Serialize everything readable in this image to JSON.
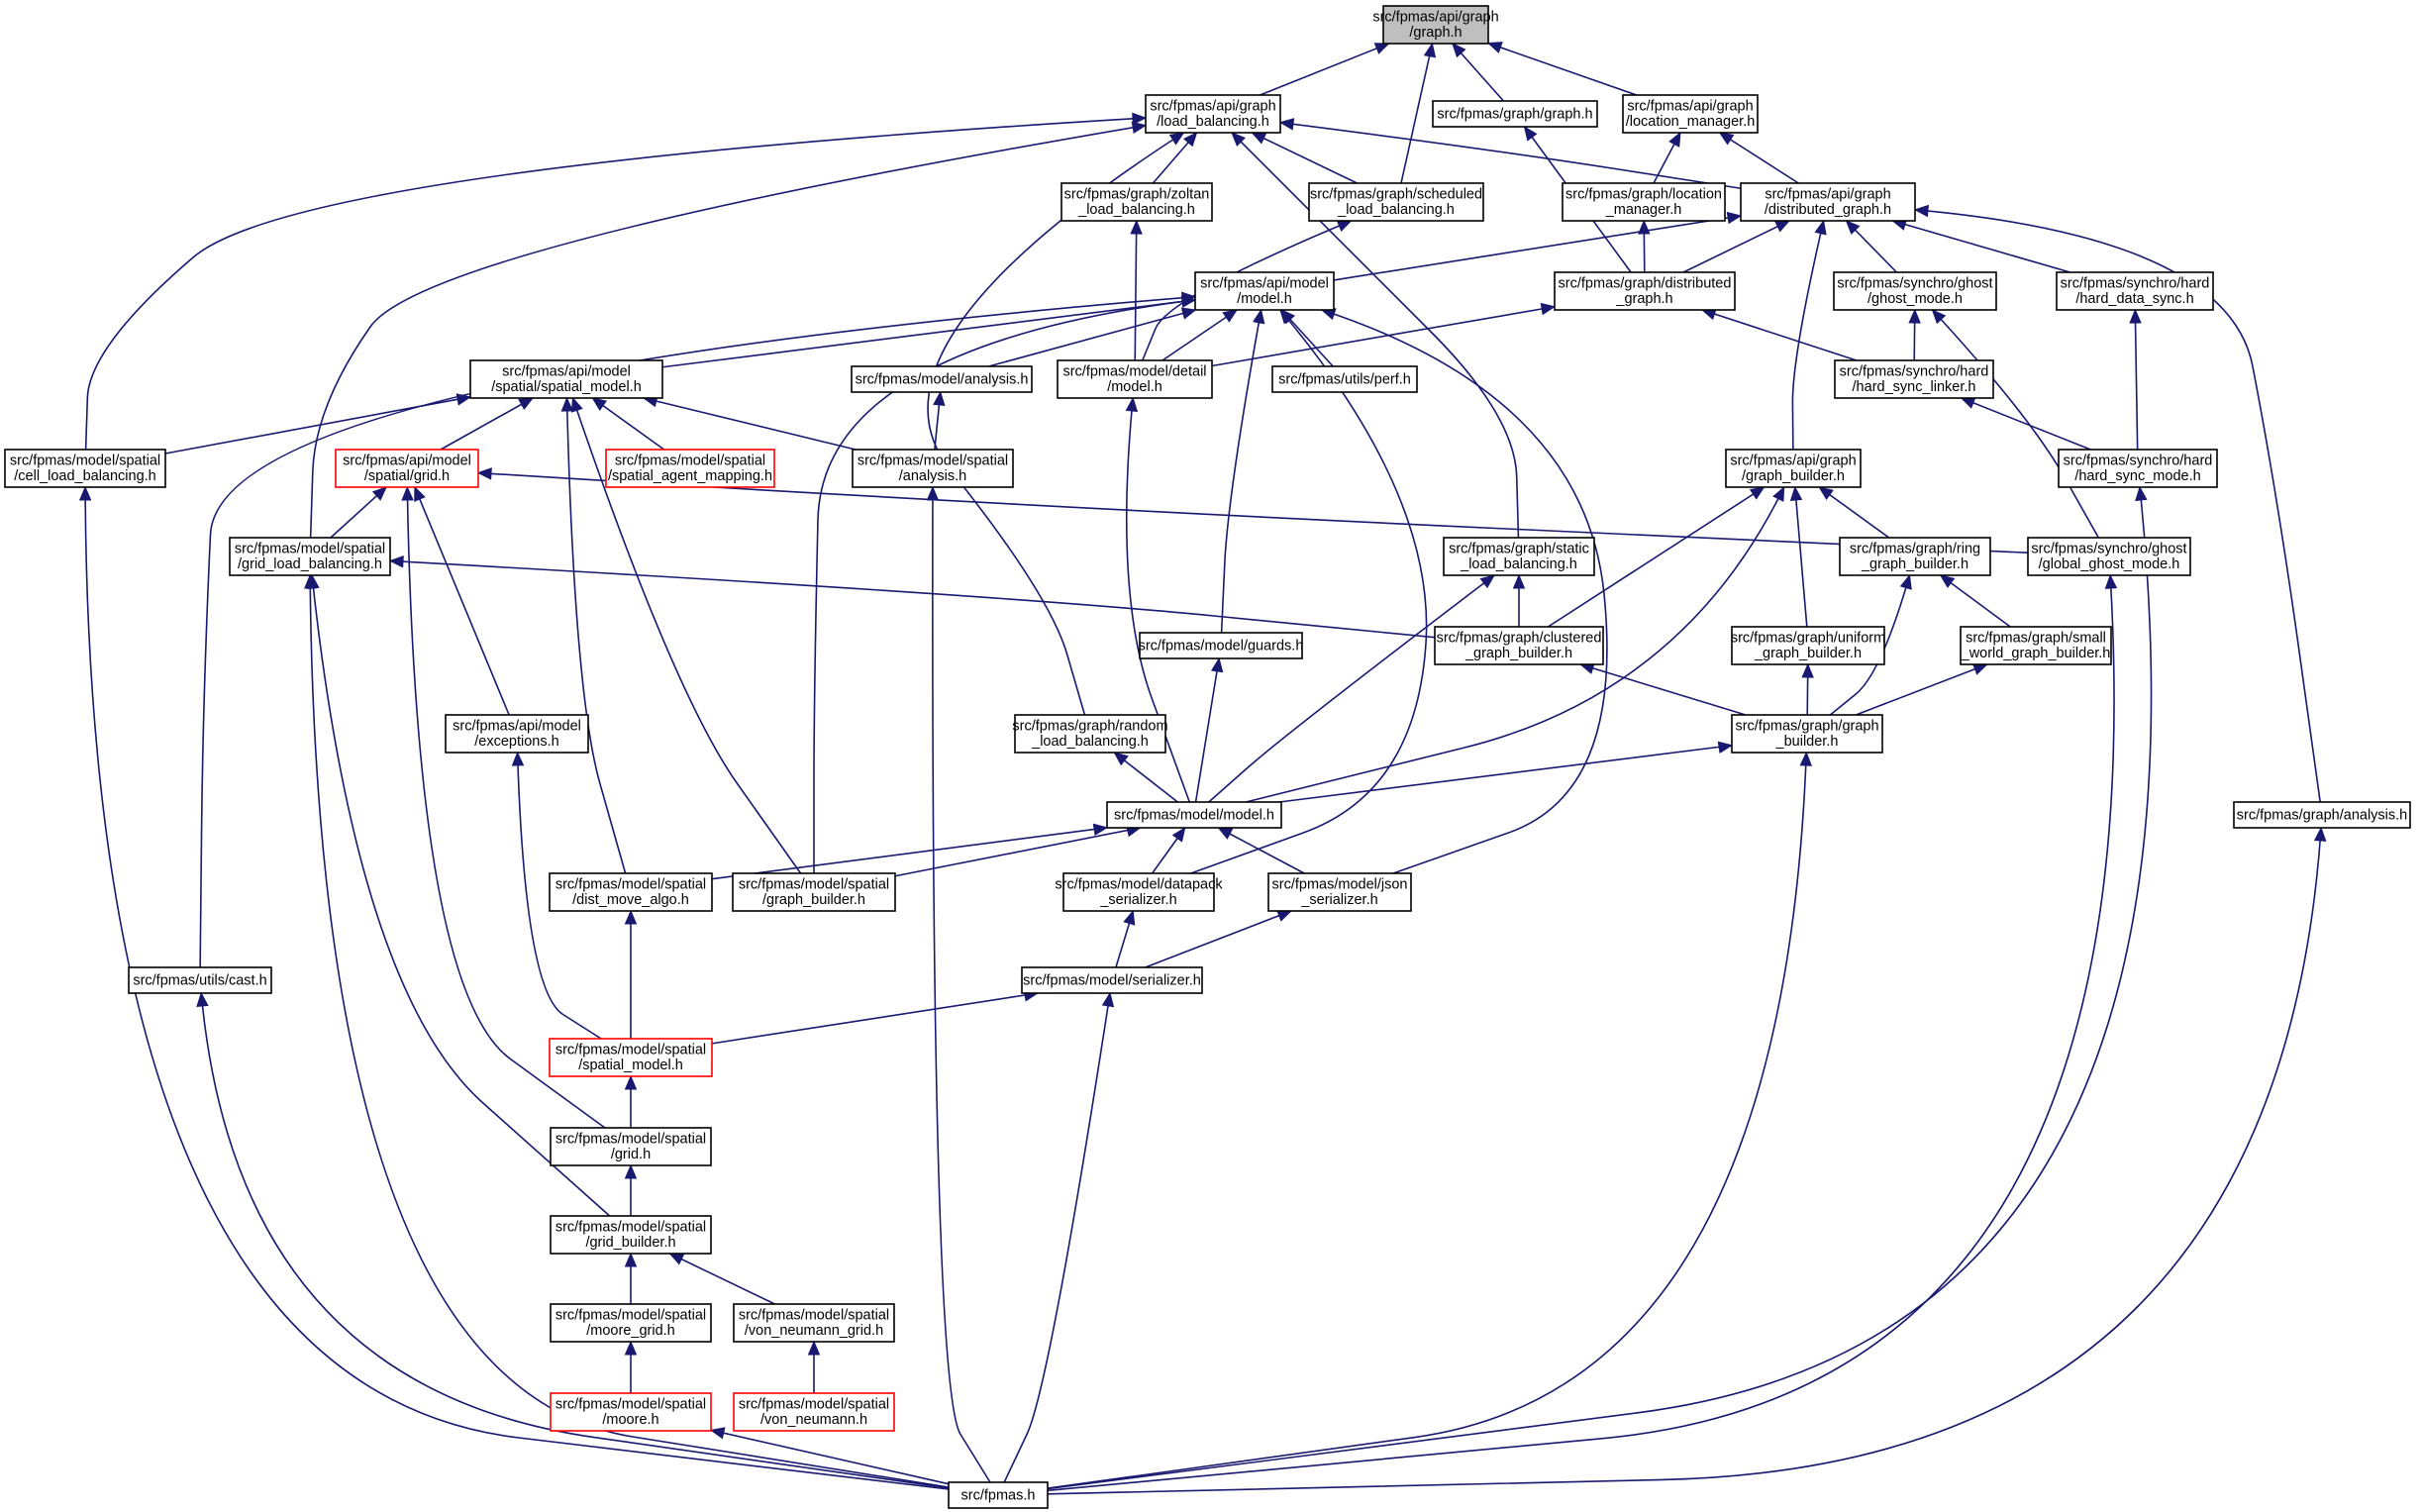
{
  "colors": {
    "edge": "#191970",
    "node_border": "#000000",
    "node_border_truncated": "#ff0000",
    "root_fill": "#bfbfbf",
    "node_fill": "#ffffff"
  },
  "nodes": [
    {
      "id": "n_graph_api",
      "lines": [
        "src/fpmas/api/graph",
        "/graph.h"
      ],
      "root": true
    },
    {
      "id": "n_load_bal_api",
      "lines": [
        "src/fpmas/api/graph",
        "/load_balancing.h"
      ]
    },
    {
      "id": "n_graph_graph",
      "lines": [
        "src/fpmas/graph/graph.h"
      ]
    },
    {
      "id": "n_loc_mgr_api",
      "lines": [
        "src/fpmas/api/graph",
        "/location_manager.h"
      ]
    },
    {
      "id": "n_zoltan",
      "lines": [
        "src/fpmas/graph/zoltan",
        "_load_balancing.h"
      ]
    },
    {
      "id": "n_scheduled",
      "lines": [
        "src/fpmas/graph/scheduled",
        "_load_balancing.h"
      ]
    },
    {
      "id": "n_loc_mgr",
      "lines": [
        "src/fpmas/graph/location",
        "_manager.h"
      ]
    },
    {
      "id": "n_dist_graph_api",
      "lines": [
        "src/fpmas/api/graph",
        "/distributed_graph.h"
      ]
    },
    {
      "id": "n_model_api",
      "lines": [
        "src/fpmas/api/model",
        "/model.h"
      ]
    },
    {
      "id": "n_dist_graph",
      "lines": [
        "src/fpmas/graph/distributed",
        "_graph.h"
      ]
    },
    {
      "id": "n_ghost_mode",
      "lines": [
        "src/fpmas/synchro/ghost",
        "/ghost_mode.h"
      ]
    },
    {
      "id": "n_hard_data_sync",
      "lines": [
        "src/fpmas/synchro/hard",
        "/hard_data_sync.h"
      ]
    },
    {
      "id": "n_spatial_model_api",
      "lines": [
        "src/fpmas/api/model",
        "/spatial/spatial_model.h"
      ]
    },
    {
      "id": "n_model_analysis",
      "lines": [
        "src/fpmas/model/analysis.h"
      ]
    },
    {
      "id": "n_detail_model",
      "lines": [
        "src/fpmas/model/detail",
        "/model.h"
      ]
    },
    {
      "id": "n_perf",
      "lines": [
        "src/fpmas/utils/perf.h"
      ]
    },
    {
      "id": "n_hard_sync_linker",
      "lines": [
        "src/fpmas/synchro/hard",
        "/hard_sync_linker.h"
      ]
    },
    {
      "id": "n_cell_lb",
      "lines": [
        "src/fpmas/model/spatial",
        "/cell_load_balancing.h"
      ]
    },
    {
      "id": "n_grid_api",
      "lines": [
        "src/fpmas/api/model",
        "/spatial/grid.h"
      ],
      "truncated": true
    },
    {
      "id": "n_agent_mapping",
      "lines": [
        "src/fpmas/model/spatial",
        "/spatial_agent_mapping.h"
      ],
      "truncated": true
    },
    {
      "id": "n_spatial_analysis",
      "lines": [
        "src/fpmas/model/spatial",
        "/analysis.h"
      ]
    },
    {
      "id": "n_graph_builder_api",
      "lines": [
        "src/fpmas/api/graph",
        "/graph_builder.h"
      ]
    },
    {
      "id": "n_hard_sync_mode",
      "lines": [
        "src/fpmas/synchro/hard",
        "/hard_sync_mode.h"
      ]
    },
    {
      "id": "n_grid_lb",
      "lines": [
        "src/fpmas/model/spatial",
        "/grid_load_balancing.h"
      ]
    },
    {
      "id": "n_static_lb",
      "lines": [
        "src/fpmas/graph/static",
        "_load_balancing.h"
      ]
    },
    {
      "id": "n_ring",
      "lines": [
        "src/fpmas/graph/ring",
        "_graph_builder.h"
      ]
    },
    {
      "id": "n_global_ghost",
      "lines": [
        "src/fpmas/synchro/ghost",
        "/global_ghost_mode.h"
      ]
    },
    {
      "id": "n_guards",
      "lines": [
        "src/fpmas/model/guards.h"
      ]
    },
    {
      "id": "n_clustered",
      "lines": [
        "src/fpmas/graph/clustered",
        "_graph_builder.h"
      ]
    },
    {
      "id": "n_uniform",
      "lines": [
        "src/fpmas/graph/uniform",
        "_graph_builder.h"
      ]
    },
    {
      "id": "n_small_world",
      "lines": [
        "src/fpmas/graph/small",
        "_world_graph_builder.h"
      ]
    },
    {
      "id": "n_exceptions",
      "lines": [
        "src/fpmas/api/model",
        "/exceptions.h"
      ]
    },
    {
      "id": "n_random_lb",
      "lines": [
        "src/fpmas/graph/random",
        "_load_balancing.h"
      ]
    },
    {
      "id": "n_graph_builder",
      "lines": [
        "src/fpmas/graph/graph",
        "_builder.h"
      ]
    },
    {
      "id": "n_model_model",
      "lines": [
        "src/fpmas/model/model.h"
      ]
    },
    {
      "id": "n_graph_analysis",
      "lines": [
        "src/fpmas/graph/analysis.h"
      ]
    },
    {
      "id": "n_dist_move",
      "lines": [
        "src/fpmas/model/spatial",
        "/dist_move_algo.h"
      ]
    },
    {
      "id": "n_sp_graph_builder",
      "lines": [
        "src/fpmas/model/spatial",
        "/graph_builder.h"
      ]
    },
    {
      "id": "n_datapack",
      "lines": [
        "src/fpmas/model/datapack",
        "_serializer.h"
      ]
    },
    {
      "id": "n_json",
      "lines": [
        "src/fpmas/model/json",
        "_serializer.h"
      ]
    },
    {
      "id": "n_cast",
      "lines": [
        "src/fpmas/utils/cast.h"
      ]
    },
    {
      "id": "n_serializer",
      "lines": [
        "src/fpmas/model/serializer.h"
      ]
    },
    {
      "id": "n_spatial_model",
      "lines": [
        "src/fpmas/model/spatial",
        "/spatial_model.h"
      ],
      "truncated": true
    },
    {
      "id": "n_grid",
      "lines": [
        "src/fpmas/model/spatial",
        "/grid.h"
      ]
    },
    {
      "id": "n_grid_builder",
      "lines": [
        "src/fpmas/model/spatial",
        "/grid_builder.h"
      ]
    },
    {
      "id": "n_moore_grid",
      "lines": [
        "src/fpmas/model/spatial",
        "/moore_grid.h"
      ]
    },
    {
      "id": "n_vn_grid",
      "lines": [
        "src/fpmas/model/spatial",
        "/von_neumann_grid.h"
      ]
    },
    {
      "id": "n_moore",
      "lines": [
        "src/fpmas/model/spatial",
        "/moore.h"
      ],
      "truncated": true
    },
    {
      "id": "n_vn",
      "lines": [
        "src/fpmas/model/spatial",
        "/von_neumann.h"
      ],
      "truncated": true
    },
    {
      "id": "n_fpmas",
      "lines": [
        "src/fpmas.h"
      ]
    }
  ],
  "edges": [
    [
      "n_graph_api",
      "n_load_bal_api"
    ],
    [
      "n_graph_api",
      "n_graph_graph"
    ],
    [
      "n_graph_api",
      "n_loc_mgr_api"
    ],
    [
      "n_graph_api",
      "n_scheduled"
    ],
    [
      "n_load_bal_api",
      "n_zoltan"
    ],
    [
      "n_load_bal_api",
      "n_scheduled"
    ],
    [
      "n_load_bal_api",
      "n_dist_graph_api"
    ],
    [
      "n_load_bal_api",
      "n_cell_lb"
    ],
    [
      "n_load_bal_api",
      "n_grid_lb"
    ],
    [
      "n_load_bal_api",
      "n_random_lb"
    ],
    [
      "n_load_bal_api",
      "n_static_lb"
    ],
    [
      "n_graph_graph",
      "n_dist_graph"
    ],
    [
      "n_loc_mgr_api",
      "n_loc_mgr"
    ],
    [
      "n_loc_mgr_api",
      "n_dist_graph_api"
    ],
    [
      "n_loc_mgr",
      "n_dist_graph"
    ],
    [
      "n_zoltan",
      "n_detail_model"
    ],
    [
      "n_scheduled",
      "n_detail_model"
    ],
    [
      "n_dist_graph_api",
      "n_model_api"
    ],
    [
      "n_dist_graph_api",
      "n_dist_graph"
    ],
    [
      "n_dist_graph_api",
      "n_ghost_mode"
    ],
    [
      "n_dist_graph_api",
      "n_hard_data_sync"
    ],
    [
      "n_dist_graph_api",
      "n_graph_builder_api"
    ],
    [
      "n_dist_graph_api",
      "n_graph_analysis"
    ],
    [
      "n_dist_graph",
      "n_detail_model"
    ],
    [
      "n_dist_graph",
      "n_hard_sync_linker"
    ],
    [
      "n_ghost_mode",
      "n_hard_sync_linker"
    ],
    [
      "n_ghost_mode",
      "n_global_ghost"
    ],
    [
      "n_hard_data_sync",
      "n_hard_sync_mode"
    ],
    [
      "n_hard_sync_linker",
      "n_hard_sync_mode"
    ],
    [
      "n_model_api",
      "n_spatial_model_api"
    ],
    [
      "n_model_api",
      "n_model_analysis"
    ],
    [
      "n_model_api",
      "n_detail_model"
    ],
    [
      "n_model_api",
      "n_perf"
    ],
    [
      "n_model_api",
      "n_guards"
    ],
    [
      "n_model_api",
      "n_cast"
    ],
    [
      "n_model_api",
      "n_sp_graph_builder"
    ],
    [
      "n_model_api",
      "n_datapack"
    ],
    [
      "n_model_api",
      "n_json"
    ],
    [
      "n_spatial_model_api",
      "n_cell_lb"
    ],
    [
      "n_spatial_model_api",
      "n_grid_api"
    ],
    [
      "n_spatial_model_api",
      "n_agent_mapping"
    ],
    [
      "n_spatial_model_api",
      "n_spatial_analysis"
    ],
    [
      "n_spatial_model_api",
      "n_dist_move"
    ],
    [
      "n_spatial_model_api",
      "n_sp_graph_builder"
    ],
    [
      "n_model_analysis",
      "n_spatial_analysis"
    ],
    [
      "n_detail_model",
      "n_model_model"
    ],
    [
      "n_grid_api",
      "n_grid_lb"
    ],
    [
      "n_grid_api",
      "n_exceptions"
    ],
    [
      "n_grid_api",
      "n_grid"
    ],
    [
      "n_grid_api",
      "n_global_ghost"
    ],
    [
      "n_graph_builder_api",
      "n_ring"
    ],
    [
      "n_graph_builder_api",
      "n_clustered"
    ],
    [
      "n_graph_builder_api",
      "n_uniform"
    ],
    [
      "n_graph_builder_api",
      "n_model_model"
    ],
    [
      "n_static_lb",
      "n_clustered"
    ],
    [
      "n_static_lb",
      "n_model_model"
    ],
    [
      "n_ring",
      "n_small_world"
    ],
    [
      "n_ring",
      "n_graph_builder"
    ],
    [
      "n_uniform",
      "n_graph_builder"
    ],
    [
      "n_small_world",
      "n_graph_builder"
    ],
    [
      "n_clustered",
      "n_graph_builder"
    ],
    [
      "n_grid_lb",
      "n_clustered"
    ],
    [
      "n_guards",
      "n_model_model"
    ],
    [
      "n_random_lb",
      "n_model_model"
    ],
    [
      "n_graph_builder",
      "n_model_model"
    ],
    [
      "n_model_model",
      "n_dist_move"
    ],
    [
      "n_model_model",
      "n_sp_graph_builder"
    ],
    [
      "n_model_model",
      "n_datapack"
    ],
    [
      "n_model_model",
      "n_json"
    ],
    [
      "n_datapack",
      "n_serializer"
    ],
    [
      "n_json",
      "n_serializer"
    ],
    [
      "n_serializer",
      "n_spatial_model"
    ],
    [
      "n_dist_move",
      "n_spatial_model"
    ],
    [
      "n_exceptions",
      "n_spatial_model"
    ],
    [
      "n_spatial_model",
      "n_grid"
    ],
    [
      "n_grid",
      "n_grid_builder"
    ],
    [
      "n_grid_lb",
      "n_grid_builder"
    ],
    [
      "n_grid_builder",
      "n_moore_grid"
    ],
    [
      "n_grid_builder",
      "n_vn_grid"
    ],
    [
      "n_moore_grid",
      "n_moore"
    ],
    [
      "n_vn_grid",
      "n_vn"
    ],
    [
      "n_moore",
      "n_fpmas"
    ],
    [
      "n_cell_lb",
      "n_fpmas"
    ],
    [
      "n_grid_lb",
      "n_fpmas"
    ],
    [
      "n_cast",
      "n_fpmas"
    ],
    [
      "n_spatial_analysis",
      "n_fpmas"
    ],
    [
      "n_serializer",
      "n_fpmas"
    ],
    [
      "n_graph_builder",
      "n_fpmas"
    ],
    [
      "n_global_ghost",
      "n_fpmas"
    ],
    [
      "n_hard_sync_mode",
      "n_fpmas"
    ],
    [
      "n_graph_analysis",
      "n_fpmas"
    ]
  ]
}
